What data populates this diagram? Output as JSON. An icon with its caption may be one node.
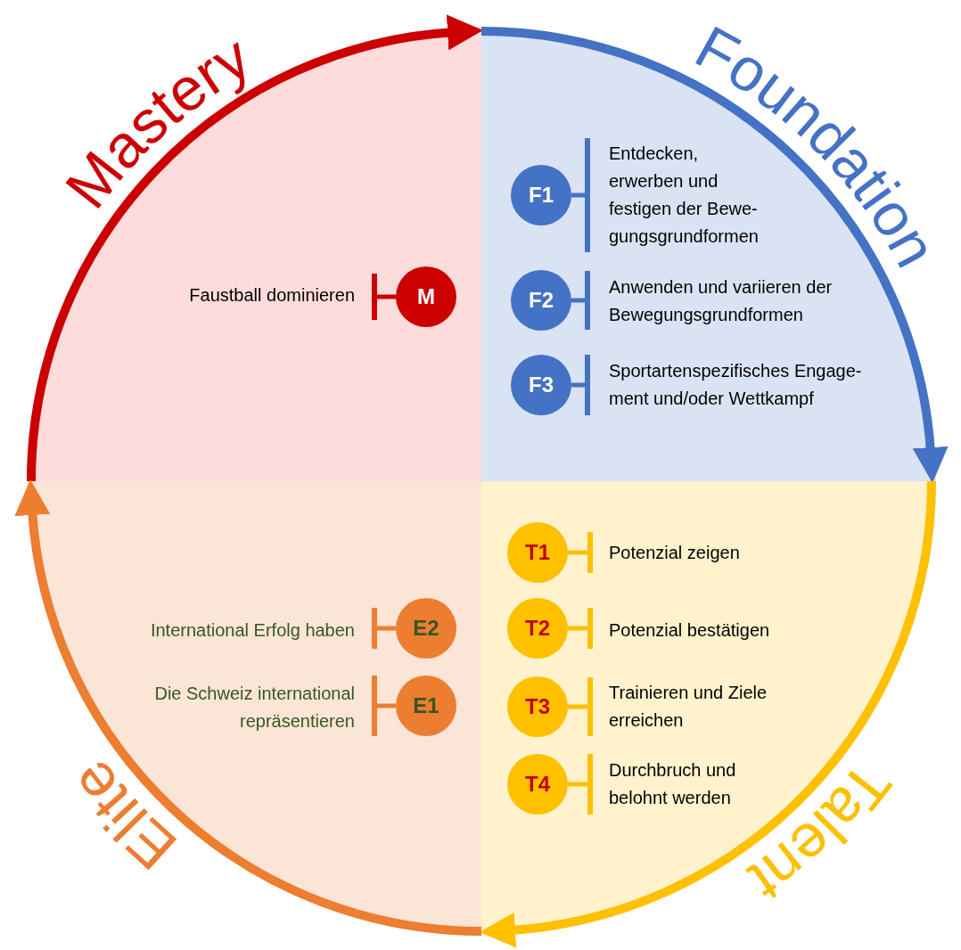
{
  "diagram": {
    "nodes": [
      {
        "text": [
          "Mastery"
        ]
      },
      {
        "text": [
          "M"
        ],
        "in": 0
      },
      {
        "text": [
          "Faustball dominieren"
        ],
        "in": 0
      },
      {
        "text": [
          "Foundation"
        ]
      },
      {
        "text": [
          "F1"
        ],
        "in": 3
      },
      {
        "text": [
          "Entdecken, erwerben und festigen der Bewe- gungsgrundformen"
        ],
        "in": 3
      },
      {
        "text": [
          "F2"
        ],
        "in": 3
      },
      {
        "text": [
          "Anwenden und variieren der Bewegungsgrundformen"
        ],
        "in": 3
      },
      {
        "text": [
          "F3"
        ],
        "in": 3
      },
      {
        "text": [
          "Sportartenspezifisches Engage- ment und/oder Wettkampf"
        ],
        "in": 3
      },
      {
        "text": [
          "Talent"
        ]
      },
      {
        "text": [
          "T1"
        ],
        "in": 10
      },
      {
        "text": [
          "Potenzial zeigen"
        ],
        "in": 10
      },
      {
        "text": [
          "T2"
        ],
        "in": 10
      },
      {
        "text": [
          "Potenzial bestätigen"
        ],
        "in": 10
      },
      {
        "text": [
          "T3"
        ],
        "in": 10
      },
      {
        "text": [
          "Trainieren und Ziele erreichen"
        ],
        "in": 10
      },
      {
        "text": [
          "T4"
        ],
        "in": 10
      },
      {
        "text": [
          "Durchbruch und belohnt werden"
        ],
        "in": 10
      },
      {
        "text": [
          "Elite"
        ]
      },
      {
        "text": [
          "International Erfolg haben"
        ],
        "in": 19
      },
      {
        "text": [
          "E2"
        ],
        "in": 19
      },
      {
        "text": [
          "Die Schweiz international repräsentieren"
        ],
        "in": 19
      },
      {
        "text": [
          "E1"
        ],
        "in": 19
      }
    ],
    "edges": [
      {
        "from": 0,
        "to": 3,
        "arrow": "to",
        "style": "thick",
        "color": "#cc0000"
      },
      {
        "from": 3,
        "to": 10,
        "arrow": "to",
        "style": "thick",
        "color": "#4472c4"
      },
      {
        "from": 10,
        "to": 19,
        "arrow": "to",
        "style": "thick",
        "color": "#ffc000"
      },
      {
        "from": 19,
        "to": 0,
        "arrow": "to",
        "style": "thick",
        "color": "#ed7d31"
      },
      {
        "from": 1,
        "to": 2,
        "arrow": "other",
        "color": "#cc0000"
      },
      {
        "from": 4,
        "to": 5,
        "arrow": "other",
        "color": "#4472c4"
      },
      {
        "from": 6,
        "to": 7,
        "arrow": "other",
        "color": "#4472c4"
      },
      {
        "from": 8,
        "to": 9,
        "arrow": "other",
        "color": "#4472c4"
      },
      {
        "from": 11,
        "to": 12,
        "arrow": "other",
        "color": "#ffc000"
      },
      {
        "from": 13,
        "to": 14,
        "arrow": "other",
        "color": "#ffc000"
      },
      {
        "from": 15,
        "to": 16,
        "arrow": "other",
        "color": "#ffc000"
      },
      {
        "from": 17,
        "to": 18,
        "arrow": "other",
        "color": "#ffc000"
      },
      {
        "from": 21,
        "to": 20,
        "arrow": "other",
        "color": "#ed7d31"
      },
      {
        "from": 23,
        "to": 22,
        "arrow": "other",
        "color": "#ed7d31"
      }
    ]
  }
}
